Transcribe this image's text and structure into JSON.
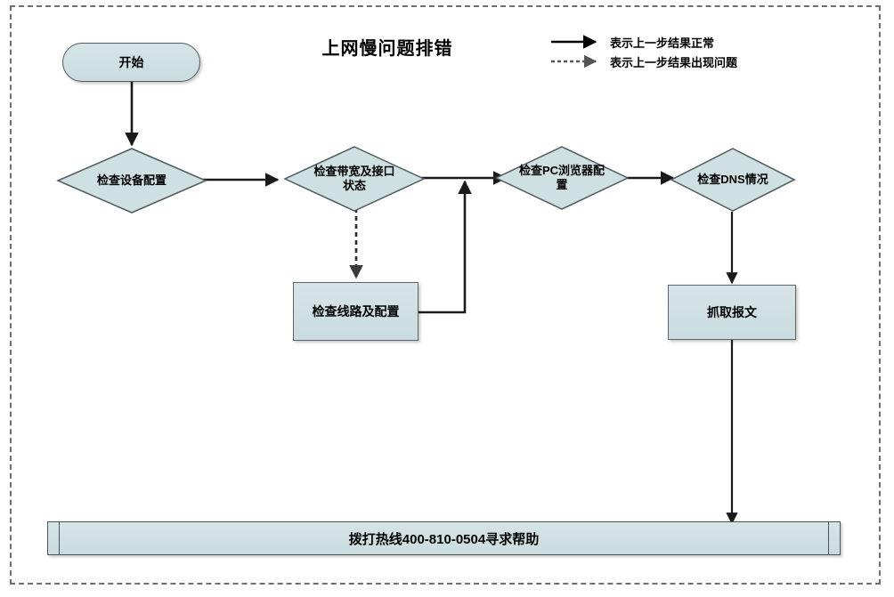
{
  "diagram": {
    "title": "上网慢问题排错",
    "legend": [
      {
        "style": "solid-arrow",
        "icon": "solid-arrow-icon",
        "label": "表示上一步结果正常"
      },
      {
        "style": "dotted-arrow",
        "icon": "dotted-arrow-icon",
        "label": "表示上一步结果出现问题"
      }
    ],
    "colors": {
      "node_fill": "#cfe0e2",
      "node_border": "#4f5b5c",
      "frame_border": "#6f6f6f",
      "connector": "#1a1a1a",
      "text": "#000000"
    },
    "nodes": {
      "start": {
        "type": "terminator",
        "label": "开始"
      },
      "check_device_config": {
        "type": "decision",
        "label": "检查设备配置"
      },
      "check_bandwidth_interface": {
        "type": "decision",
        "label": "检查带宽及接口\n状态"
      },
      "check_pc_browser_config": {
        "type": "decision",
        "label": "检查PC浏览器配\n置"
      },
      "check_dns": {
        "type": "decision",
        "label": "检查DNS情况"
      },
      "check_line_config": {
        "type": "process",
        "label": "检查线路及配置"
      },
      "capture_packets": {
        "type": "process",
        "label": "抓取报文"
      },
      "hotline": {
        "type": "banner",
        "label": "拨打热线400-810-0504寻求帮助"
      }
    },
    "edges": [
      {
        "from": "start",
        "to": "check_device_config",
        "style": "solid"
      },
      {
        "from": "check_device_config",
        "to": "check_bandwidth_interface",
        "style": "solid"
      },
      {
        "from": "check_bandwidth_interface",
        "to": "check_pc_browser_config",
        "style": "solid"
      },
      {
        "from": "check_bandwidth_interface",
        "to": "check_line_config",
        "style": "dotted"
      },
      {
        "from": "check_line_config",
        "to": "check_pc_browser_config",
        "style": "solid"
      },
      {
        "from": "check_pc_browser_config",
        "to": "check_dns",
        "style": "solid"
      },
      {
        "from": "check_dns",
        "to": "capture_packets",
        "style": "solid"
      },
      {
        "from": "capture_packets",
        "to": "hotline",
        "style": "solid"
      }
    ]
  }
}
